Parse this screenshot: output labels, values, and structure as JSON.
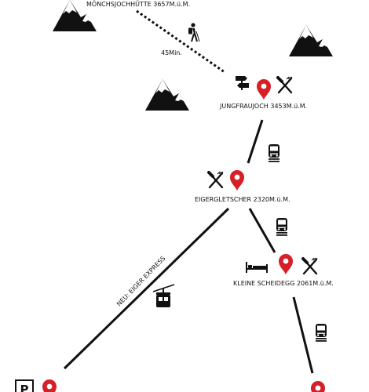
{
  "colors": {
    "ink": "#111111",
    "pin": "#d61f26",
    "background": "#ffffff"
  },
  "stations": [
    {
      "id": "moenchsjoch",
      "label": "MÖNCHSJOCHHÜTTE 3657M.ü.M."
    },
    {
      "id": "jungfraujoch",
      "label": "JUNGFRAUJOCH 3453M.ü.M."
    },
    {
      "id": "eigergletscher",
      "label": "EIGERGLETSCHER 2320M.ü.M."
    },
    {
      "id": "kleine-scheidegg",
      "label": "KLEINE SCHEIDEGG 2061M.ü.M."
    }
  ],
  "routes": [
    {
      "id": "hike",
      "label": "45Min.",
      "mode": "walking"
    },
    {
      "id": "eiger-express",
      "label": "NEU: EIGER EXPRESS",
      "mode": "cable-car"
    },
    {
      "id": "rail-jungfrau",
      "label": "",
      "mode": "train"
    },
    {
      "id": "rail-eiger",
      "label": "",
      "mode": "train"
    },
    {
      "id": "rail-scheidegg",
      "label": "",
      "mode": "train"
    }
  ],
  "icons": [
    "mountain-icon",
    "hiker-icon",
    "signpost-icon",
    "location-pin-icon",
    "restaurant-icon",
    "train-icon",
    "bed-icon",
    "cable-car-icon",
    "parking-icon"
  ],
  "parking_letter": "P"
}
